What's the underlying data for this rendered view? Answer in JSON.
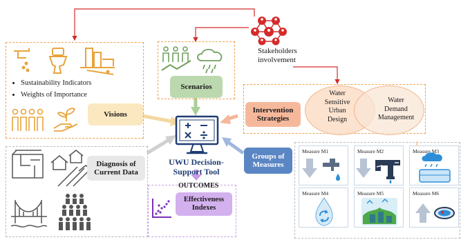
{
  "colors": {
    "stakeholder_red": "#d42b2b",
    "gold": "#e8a33a",
    "green": "#6fa05e",
    "salmon": "#f08a55",
    "blue": "#5b86c4",
    "violet": "#a35fd6",
    "grey": "#9a9a9a"
  },
  "stakeholders": {
    "label_line1": "Stakeholders",
    "label_line2": "involvement",
    "icon": "stakeholder-network-icon"
  },
  "visions": {
    "bullets": [
      "Sustainability Indicators",
      "Weights of Importance"
    ],
    "label": "Visions"
  },
  "scenarios": {
    "label": "Scenarios"
  },
  "intervention": {
    "label_line1": "Intervention",
    "label_line2": "Strategies"
  },
  "wsud": {
    "line1": "Water",
    "line2": "Sensitive",
    "line3": "Urban",
    "line4": "Design"
  },
  "wdm": {
    "line1": "Water",
    "line2": "Demand",
    "line3": "Management"
  },
  "diagnosis": {
    "label_line1": "Diagnosis of",
    "label_line2": "Current Data"
  },
  "tool": {
    "line1": "UWU Decision-",
    "line2": "Support Tool",
    "icon": "computer-calculator-icon"
  },
  "groups": {
    "label_line1": "Groups of",
    "label_line2": "Measures"
  },
  "measures": [
    {
      "label": "Measure M1",
      "icon": "arrow-down-tap-drop-icon"
    },
    {
      "label": "Measure M2",
      "icon": "arrow-down-pipe-icon"
    },
    {
      "label": "Measure M3",
      "icon": "rain-tank-icon"
    },
    {
      "label": "Measure M4",
      "icon": "recycle-drop-icon"
    },
    {
      "label": "Measure M5",
      "icon": "green-roof-icon"
    },
    {
      "label": "Measure M6",
      "icon": "arrow-up-pool-icon"
    }
  ],
  "outcomes": {
    "heading": "OUTCOMES",
    "label_line1": "Effectiveness",
    "label_line2": "Indexes",
    "icon": "scatter-plot-icon"
  }
}
